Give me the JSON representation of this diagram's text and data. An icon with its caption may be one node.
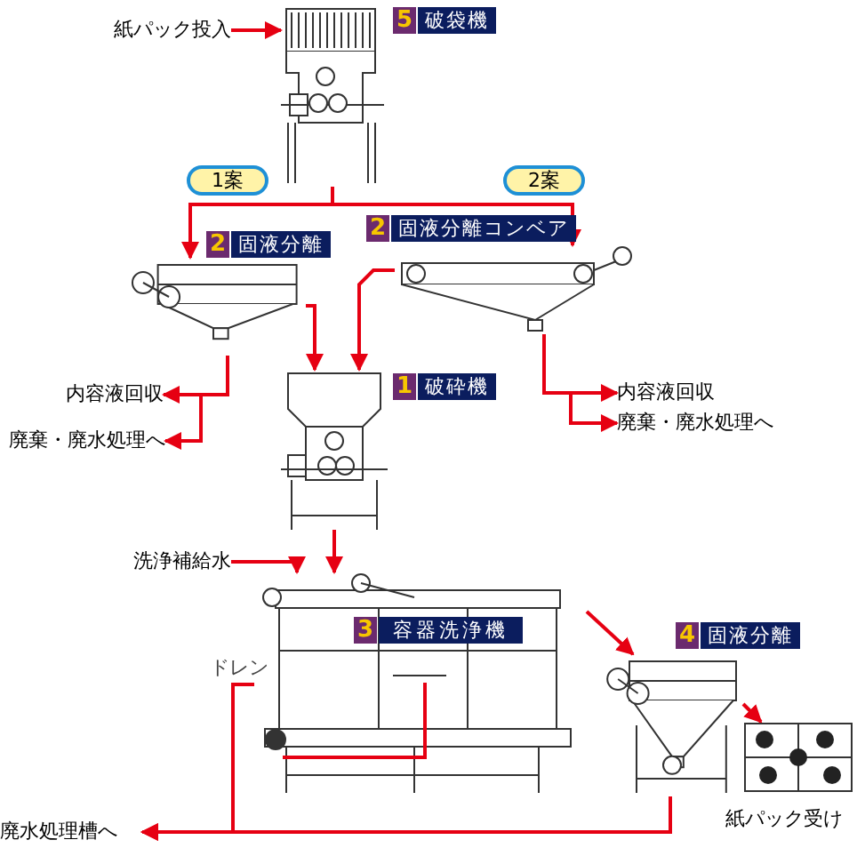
{
  "diagram": {
    "nodes": [
      {
        "text": [
          "紙パック投入"
        ]
      },
      {
        "text": [],
        "shape": "machine",
        "beside": [
          "5",
          "破袋機"
        ]
      },
      {
        "text": [],
        "shape": "machine",
        "beside": [
          "2",
          "固液分離"
        ]
      },
      {
        "text": [],
        "shape": "machine",
        "beside": [
          "2",
          "固液分離コンベア"
        ]
      },
      {
        "text": [
          "内容液回収"
        ]
      },
      {
        "text": [
          "廃棄・廃水処理へ"
        ]
      },
      {
        "text": [
          "内容液回収"
        ]
      },
      {
        "text": [
          "廃棄・廃水処理へ"
        ]
      },
      {
        "text": [],
        "shape": "machine",
        "beside": [
          "1",
          "破砕機"
        ]
      },
      {
        "text": [
          "洗浄補給水"
        ]
      },
      {
        "text": [
          "3",
          "容器洗浄機"
        ]
      },
      {
        "text": [],
        "shape": "machine",
        "beside": [
          "4",
          "固液分離"
        ]
      },
      {
        "text": [],
        "shape": "box",
        "beside": [
          "紙パック受け"
        ]
      },
      {
        "text": [
          "廃水処理槽へ"
        ]
      }
    ],
    "edges": [
      {
        "from": 0,
        "to": 1,
        "arrow": "to"
      },
      {
        "from": 1,
        "to": 2,
        "arrow": "to",
        "label": "1案"
      },
      {
        "from": 1,
        "to": 3,
        "arrow": "to",
        "label": "2案"
      },
      {
        "from": 2,
        "to": 8,
        "arrow": "to"
      },
      {
        "from": 3,
        "to": 8,
        "arrow": "to"
      },
      {
        "from": 2,
        "to": 4,
        "arrow": "to"
      },
      {
        "from": 2,
        "to": 5,
        "arrow": "to"
      },
      {
        "from": 3,
        "to": 6,
        "arrow": "to"
      },
      {
        "from": 3,
        "to": 7,
        "arrow": "to"
      },
      {
        "from": 8,
        "to": 10,
        "arrow": "to"
      },
      {
        "from": 9,
        "to": 10,
        "arrow": "to"
      },
      {
        "from": 10,
        "to": 11,
        "arrow": "to"
      },
      {
        "from": 11,
        "to": 12,
        "arrow": "to"
      },
      {
        "from": 10,
        "to": 13,
        "arrow": "to"
      },
      {
        "from": 11,
        "to": 13,
        "arrow": "to"
      }
    ],
    "labels": [
      "ドレン"
    ]
  }
}
